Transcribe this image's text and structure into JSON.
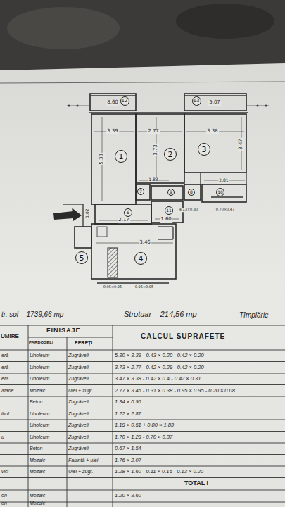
{
  "diagram": {
    "nodes": [
      {
        "text": [
          "12"
        ]
      },
      {
        "text": [
          "13"
        ]
      },
      {
        "text": [
          "1"
        ]
      },
      {
        "text": [
          "2"
        ]
      },
      {
        "text": [
          "3"
        ]
      },
      {
        "text": [
          "7"
        ]
      },
      {
        "text": [
          "9"
        ]
      },
      {
        "text": [
          "8"
        ]
      },
      {
        "text": [
          "10"
        ]
      },
      {
        "text": [
          "6"
        ]
      },
      {
        "text": [
          "11"
        ]
      },
      {
        "text": [
          "4"
        ]
      },
      {
        "text": [
          "5"
        ]
      }
    ],
    "labels": [
      "8.60",
      "5.07",
      "3.39",
      "2.77",
      "3.38",
      "5.30",
      "3.73",
      "3.47",
      "1.83",
      "2.81",
      "4.13×0.30",
      "0.70×0.47",
      "1.02",
      "2.17",
      "1.60",
      "3.46",
      "0.95×0.95",
      "0.95×0.95",
      "tr. sol = 1739,66 mp",
      "Strotuar = 214,56 mp",
      "Tîmplărie",
      "UMIRE",
      "FINISAJE",
      "PARDOSELI",
      "PEREȚI",
      "CALCUL SUPRAFETE",
      "eră",
      "Linoleum",
      "Zugrăveli",
      "5.30 × 3.39 - 0.43 × 0.20 - 0.42 × 0.20",
      "eră",
      "Linoleum",
      "Zugrăveli",
      "3.73 × 2.77 - 0.42 × 0.29 - 0.42 × 0.20",
      "eră",
      "Linoleum",
      "Zugrăveli",
      "3.47 × 3.38 - 0.42 × 0.4 - 0.42 × 0.31",
      "ătărie",
      "Mozaic",
      "Ulei + zugr.",
      "2.77 × 3.46 - 0.31 × 0.38 - 0.95 × 0.95 - 0.20 × 0.08",
      "Beton",
      "Zugrăveli",
      "1.34 × 0.96",
      "ibul",
      "Linoleum",
      "Zugrăveli",
      "1.22 × 2.87",
      "Linoleum",
      "Zugrăveli",
      "1.19 × 0.51 + 0.80 × 1.83",
      "u",
      "Linoleum",
      "Zugrăveli",
      "1.70 × 1.29 - 0.70 × 0.37",
      "Beton",
      "Zugrăveli",
      "0.67 × 1.54",
      "Mozaic",
      "Faianță + ulei",
      "1.76 × 2.07",
      "vici",
      "Mozaic",
      "Ulei + zugr.",
      "1.28 × 1.60 - 0.11 × 0.16 - 0.13 × 0.20",
      "—",
      "TOTAL I",
      "on",
      "Mozaic",
      "—",
      "1.20 × 3.60",
      "on",
      "Mozaic"
    ]
  }
}
